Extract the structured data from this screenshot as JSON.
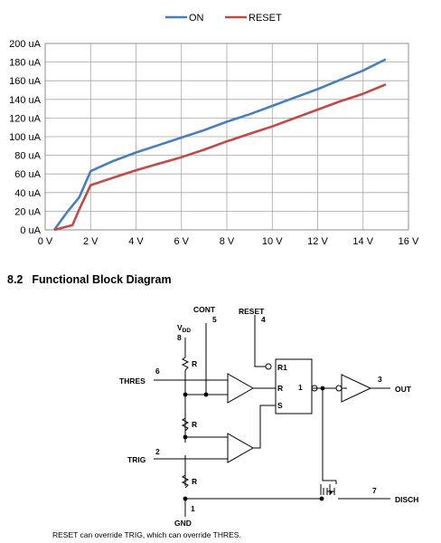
{
  "chart_data": {
    "type": "line",
    "title": "",
    "xlabel": "",
    "ylabel": "",
    "x_ticks": [
      "0 V",
      "2 V",
      "4 V",
      "6 V",
      "8 V",
      "10 V",
      "12 V",
      "14 V",
      "16 V"
    ],
    "y_ticks": [
      "0 uA",
      "20 uA",
      "40 uA",
      "60 uA",
      "80 uA",
      "100 uA",
      "120 uA",
      "140 uA",
      "160 uA",
      "180 uA",
      "200 uA"
    ],
    "xlim": [
      0,
      16
    ],
    "ylim": [
      0,
      200
    ],
    "grid": true,
    "legend_position": "top",
    "series": [
      {
        "name": "ON",
        "color": "#4a7ebb",
        "x": [
          0.4,
          1.0,
          1.5,
          2.0,
          3.0,
          4.0,
          5.0,
          6.0,
          7.0,
          8.0,
          9.0,
          10.0,
          11.0,
          12.0,
          13.0,
          14.0,
          15.0
        ],
        "y": [
          0,
          20,
          35,
          63,
          74,
          83,
          91,
          99,
          107,
          116,
          124,
          133,
          142,
          151,
          161,
          171,
          183
        ]
      },
      {
        "name": "RESET",
        "color": "#be4b48",
        "x": [
          0.4,
          1.2,
          1.5,
          2.0,
          3.0,
          4.0,
          5.0,
          6.0,
          7.0,
          8.0,
          9.0,
          10.0,
          11.0,
          12.0,
          13.0,
          14.0,
          15.0
        ],
        "y": [
          0,
          5,
          22,
          48,
          56,
          64,
          71,
          78,
          86,
          95,
          103,
          111,
          120,
          129,
          138,
          146,
          156
        ]
      }
    ]
  },
  "section": {
    "number": "8.2",
    "title": "Functional Block Diagram"
  },
  "diagram": {
    "labels": {
      "cont": "CONT",
      "cont_pin": "5",
      "reset": "RESET",
      "reset_pin": "4",
      "vdd_main": "V",
      "vdd_sub": "DD",
      "vdd_pin": "8",
      "r1": "R",
      "r2": "R",
      "r3": "R",
      "thres": "THRES",
      "thres_pin": "6",
      "trig": "TRIG",
      "trig_pin": "2",
      "ff_r1": "R1",
      "ff_r": "R",
      "ff_s": "S",
      "ff_q": "1",
      "out": "OUT",
      "out_pin": "3",
      "disch": "DISCH",
      "disch_pin": "7",
      "gnd": "GND",
      "gnd_pin": "1"
    },
    "note": "RESET can override TRIG, which can override THRES."
  }
}
